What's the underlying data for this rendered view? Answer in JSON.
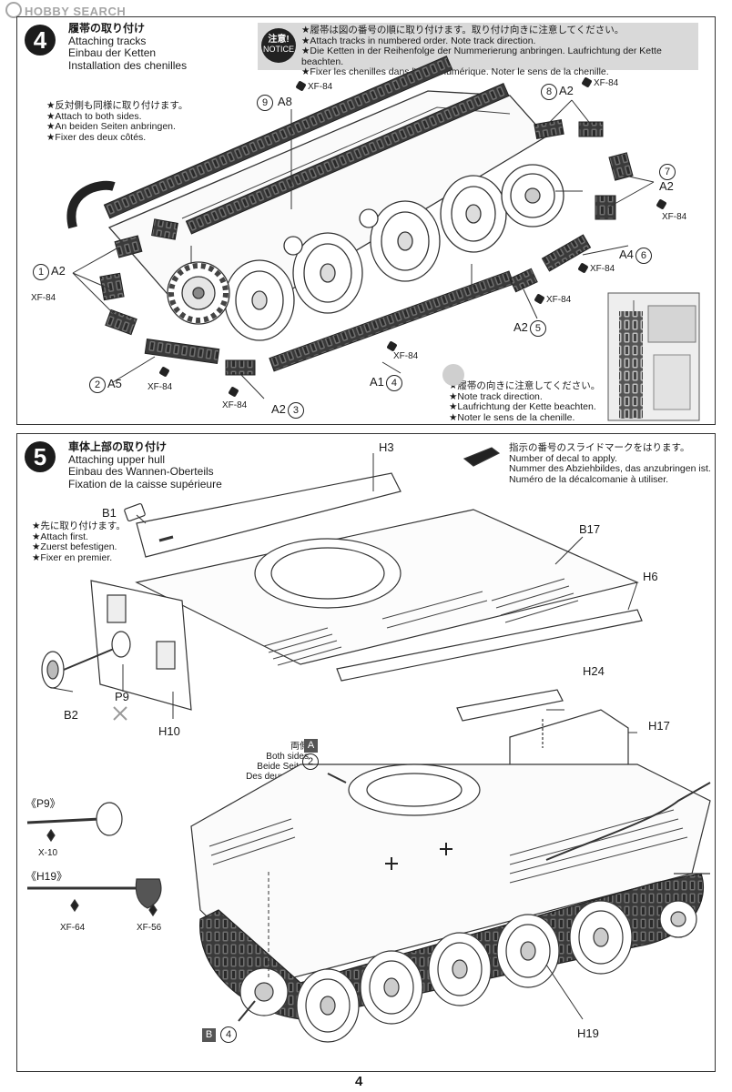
{
  "watermark": "HOBBY SEARCH",
  "page_number": "4",
  "step4": {
    "number": "4",
    "title": [
      "履帯の取り付け",
      "Attaching tracks",
      "Einbau der Ketten",
      "Installation des chenilles"
    ],
    "notice_badge": [
      "注意!",
      "NOTICE"
    ],
    "notice": [
      "★履帯は図の番号の順に取り付けます。取り付け向きに注意してください。",
      "★Attach tracks in numbered order. Note track direction.",
      "★Die Ketten in der Reihenfolge der Nummerierung anbringen. Laufrichtung der Kette beachten.",
      "★Fixer les chenilles dans l'ordre numérique. Noter le sens de la chenille."
    ],
    "both_sides_note": [
      "★反対側も同様に取り付けます。",
      "★Attach to both sides.",
      "★An beiden Seiten anbringen.",
      "★Fixer des deux côtés."
    ],
    "direction_note": [
      "★履帯の向きに注意してください。",
      "★Note track direction.",
      "★Laufrichtung der Kette beachten.",
      "★Noter le sens de la chenille."
    ],
    "labels": {
      "l9": {
        "num": "9",
        "part": "A8"
      },
      "l8": {
        "num": "8",
        "part": "A2"
      },
      "l7": {
        "num": "7",
        "part": "A2"
      },
      "l1": {
        "num": "1",
        "part": "A2"
      },
      "l6": {
        "part": "A4",
        "num": "6"
      },
      "l5": {
        "part": "A2",
        "num": "5"
      },
      "l2": {
        "num": "2",
        "part": "A5"
      },
      "l4": {
        "part": "A1",
        "num": "4"
      },
      "l3": {
        "part": "A2",
        "num": "3"
      }
    },
    "paint": "XF-84"
  },
  "step5": {
    "number": "5",
    "title": [
      "車体上部の取り付け",
      "Attaching upper hull",
      "Einbau des Wannen-Oberteils",
      "Fixation de la caisse supérieure"
    ],
    "attach_first": [
      "★先に取り付けます。",
      "★Attach first.",
      "★Zuerst befestigen.",
      "★Fixer en premier."
    ],
    "decal_note": [
      "指示の番号のスライドマークをはります。",
      "Number of decal to apply.",
      "Nummer des Abziehbildes, das anzubringen ist.",
      "Numéro de la décalcomanie à utiliser."
    ],
    "both_sides": [
      "両側",
      "Both sides",
      "Beide Seiten",
      "Des deux côtés"
    ],
    "parts": {
      "h3": "H3",
      "b1": "B1",
      "b17": "B17",
      "h6": "H6",
      "b2": "B2",
      "p9": "P9",
      "h10": "H10",
      "h24": "H24",
      "h17": "H17",
      "h19": "H19"
    },
    "marker_a": {
      "letter": "A",
      "num": "2"
    },
    "marker_b": {
      "letter": "B",
      "num": "4"
    },
    "detail_p9": {
      "title": "《P9》",
      "paint": "X-10"
    },
    "detail_h19": {
      "title": "《H19》",
      "paint1": "XF-64",
      "paint2": "XF-56"
    }
  }
}
